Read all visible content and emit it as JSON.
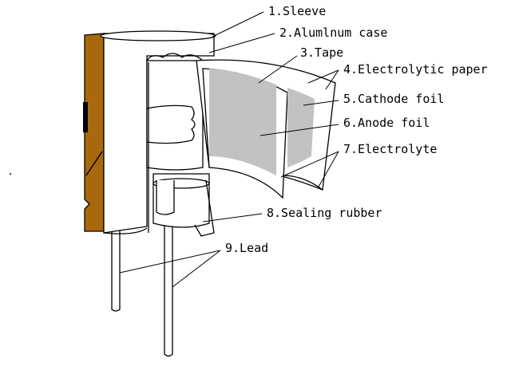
{
  "labels": {
    "sleeve": "1.Sleeve",
    "case": "2.Alumlnum case",
    "tape": "3.Tape",
    "paper": "4.Electrolytic paper",
    "cathode": "5.Cathode foil",
    "anode": "6.Anode foil",
    "electrolyte": "7.Electrolyte",
    "rubber": "8.Sealing rubber",
    "lead": "9.Lead"
  },
  "colors": {
    "sleeve": "#a8690e",
    "foil": "#c2c2c2",
    "line": "#000000",
    "background": "#ffffff"
  }
}
